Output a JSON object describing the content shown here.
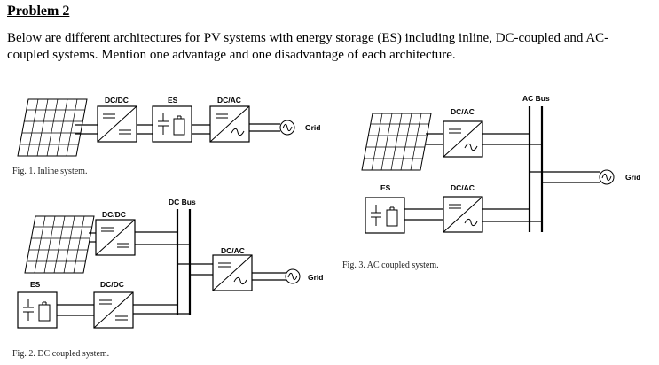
{
  "problem": {
    "title": "Problem 2",
    "text": "Below are different architectures for PV systems with energy storage (ES) including inline, DC-coupled and AC-coupled systems. Mention one advantage and one disadvantage of each architecture."
  },
  "fig1": {
    "dcdc": "DC/DC",
    "es": "ES",
    "dcac": "DC/AC",
    "grid": "Grid",
    "caption": "Fig. 1.  Inline system."
  },
  "fig2": {
    "dcbus": "DC Bus",
    "dcdc_top": "DC/DC",
    "dcac": "DC/AC",
    "grid": "Grid",
    "es": "ES",
    "dcdc_bottom": "DC/DC",
    "caption": "Fig. 2.  DC coupled system."
  },
  "fig3": {
    "acbus": "AC Bus",
    "dcac_top": "DC/AC",
    "es": "ES",
    "dcac_bottom": "DC/AC",
    "grid": "Grid",
    "caption": "Fig. 3.  AC coupled system."
  }
}
